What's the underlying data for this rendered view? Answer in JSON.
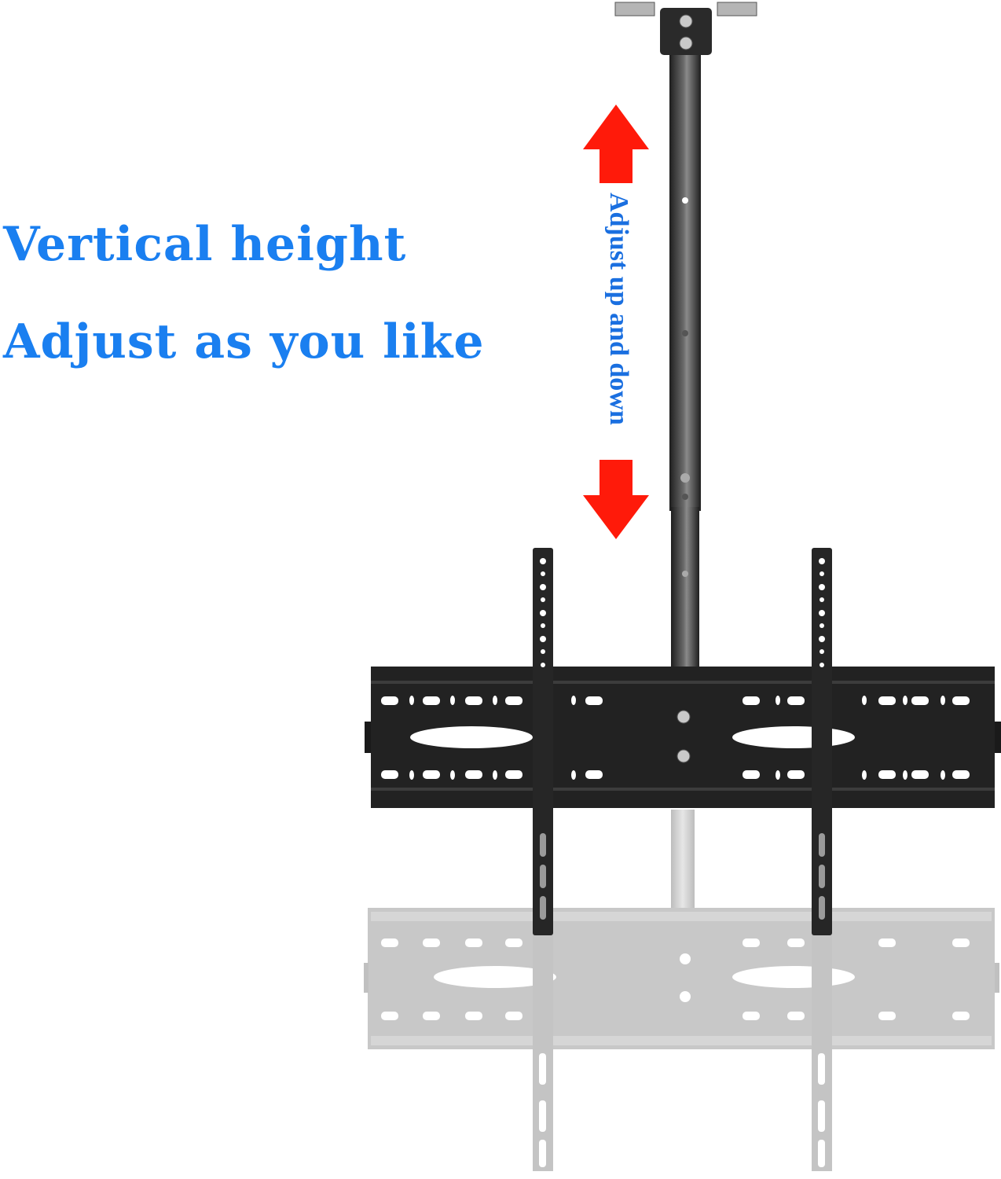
{
  "headline": {
    "line1": "Vertical height",
    "line2": "Adjust as you like"
  },
  "arrow_label": "Adjust up and down",
  "icons": {
    "up_arrow": "red-up-arrow-icon",
    "down_arrow": "red-down-arrow-icon"
  },
  "colors": {
    "text_blue": "#1a7ff0",
    "arrow_red": "#ff1a0a",
    "mount_black": "#222222",
    "ghost_gray": "#c8c8c8"
  },
  "product": {
    "type": "ceiling TV mount",
    "positions": [
      "raised (black)",
      "lowered (gray ghost)"
    ]
  }
}
